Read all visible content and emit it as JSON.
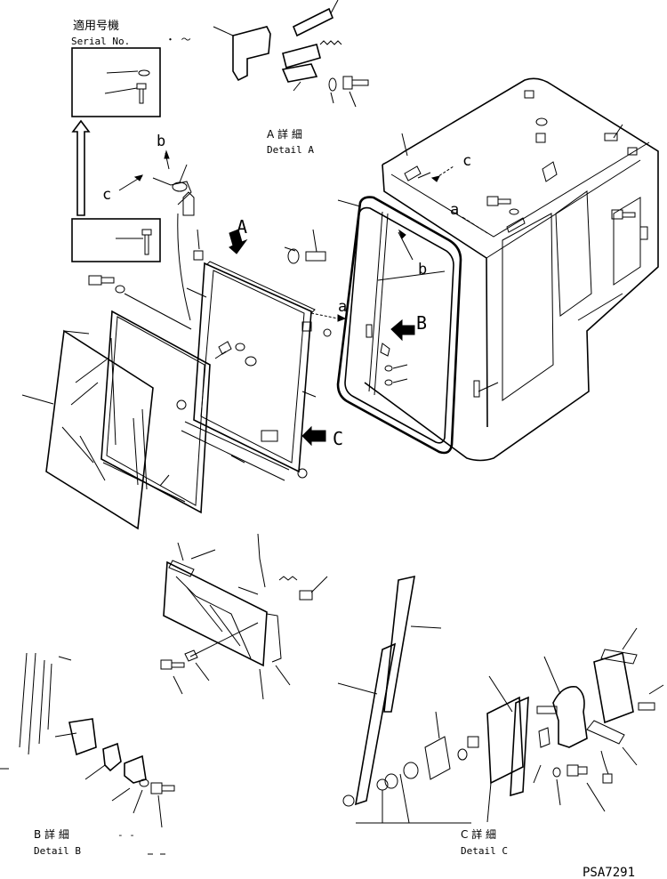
{
  "serial_box": {
    "title_jp": "適用号機",
    "title_en": "Serial No.",
    "range_mark": "・ ～"
  },
  "detail_a": {
    "label_jp": "A 詳 細",
    "label_en": "Detail A"
  },
  "detail_b": {
    "label_jp": "B 詳 細",
    "label_en": "Detail B",
    "dash": "- -"
  },
  "detail_c": {
    "label_jp": "C 詳 細",
    "label_en": "Detail C"
  },
  "view_arrows": {
    "a": "A",
    "b": "B",
    "c": "C"
  },
  "direction_labels": {
    "a": "a",
    "b": "b",
    "c": "c"
  },
  "drawing_id": "PSA7291",
  "colors": {
    "ink": "#000000",
    "paper": "#ffffff"
  }
}
